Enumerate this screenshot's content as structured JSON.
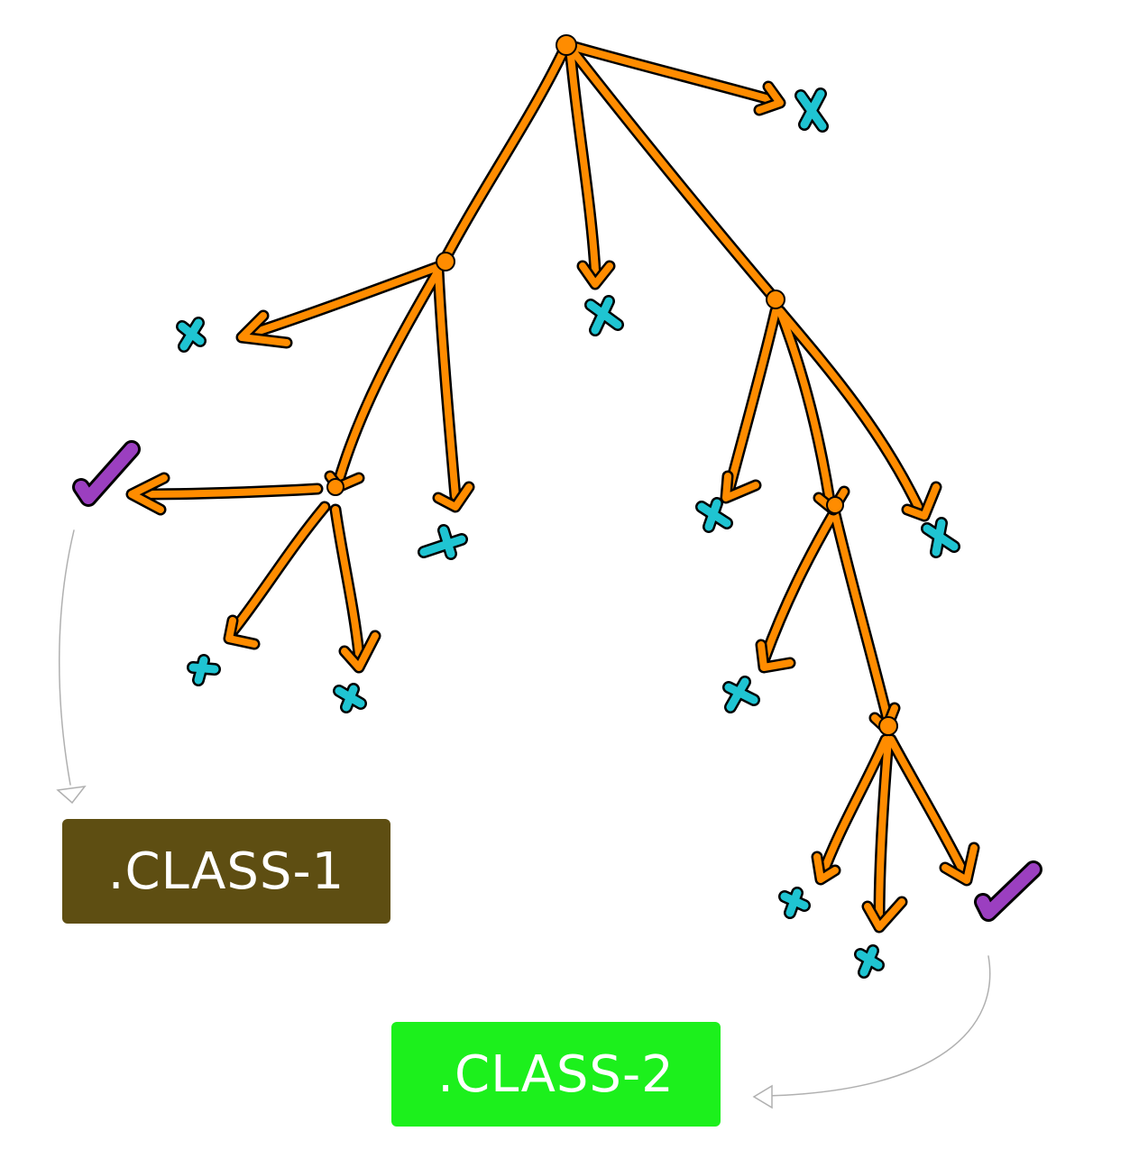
{
  "labels": {
    "class1": ".CLASS-1",
    "class2": ".CLASS-2"
  },
  "colors": {
    "edge": "#ff8c00",
    "reject_mark": "#1fc4d2",
    "accept_mark": "#9b3fc0",
    "class1_fill": "#5e4e12",
    "class2_fill": "#1cf01c",
    "pointer": "#b0b0b0"
  },
  "marks": {
    "reject": "x-mark",
    "accept": "check-mark"
  }
}
